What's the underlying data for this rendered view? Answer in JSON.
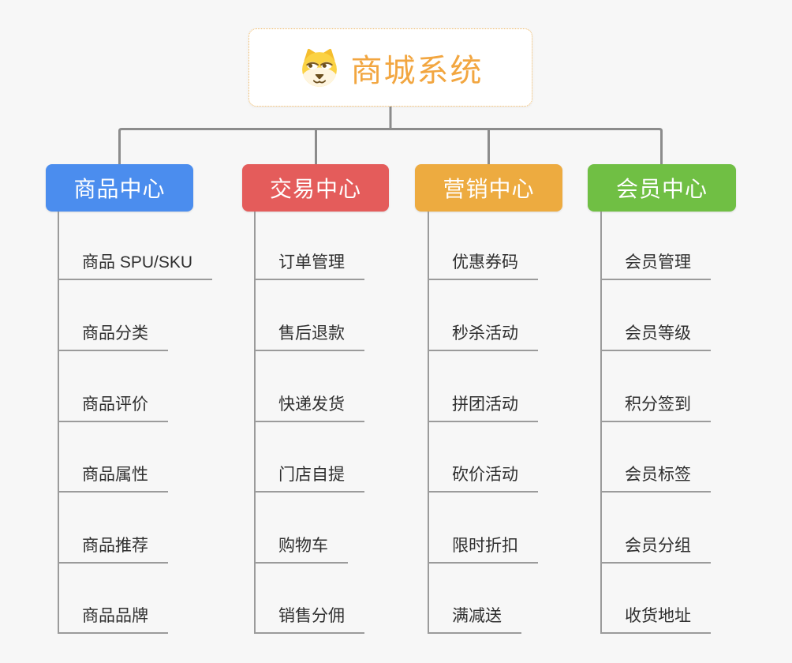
{
  "root": {
    "title": "商城系统",
    "icon": "dog-icon"
  },
  "colors": {
    "background": "#F7F7F7",
    "connector": "#8C8C8C",
    "leaf_line": "#9B9B9B",
    "leaf_text": "#2F2F2F",
    "root_border": "#EFB763",
    "root_title": "#F2A640"
  },
  "branches": [
    {
      "label": "商品中心",
      "color": "#4B8DEE",
      "children": [
        "商品 SPU/SKU",
        "商品分类",
        "商品评价",
        "商品属性",
        "商品推荐",
        "商品品牌"
      ]
    },
    {
      "label": "交易中心",
      "color": "#E45C5B",
      "children": [
        "订单管理",
        "售后退款",
        "快递发货",
        "门店自提",
        "购物车",
        "销售分佣"
      ]
    },
    {
      "label": "营销中心",
      "color": "#EDAB40",
      "children": [
        "优惠券码",
        "秒杀活动",
        "拼团活动",
        "砍价活动",
        "限时折扣",
        "满减送"
      ]
    },
    {
      "label": "会员中心",
      "color": "#70BF44",
      "children": [
        "会员管理",
        "会员等级",
        "积分签到",
        "会员标签",
        "会员分组",
        "收货地址"
      ]
    }
  ]
}
